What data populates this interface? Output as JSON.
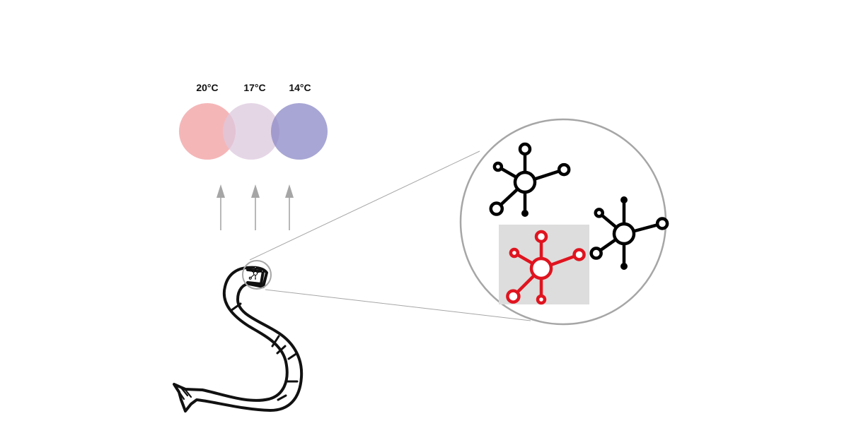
{
  "temperatures": [
    {
      "label": "20°C",
      "color": "#f19ea0"
    },
    {
      "label": "17°C",
      "color": "#dcc8dd"
    },
    {
      "label": "14°C",
      "color": "#8b88c6"
    }
  ],
  "colors": {
    "circle_opacity": 0.75,
    "arrow": "#a6a6a6",
    "zoom_outline": "#a6a6a6",
    "molecule_default": "#000000",
    "molecule_highlight": "#e0141f",
    "highlight_box": "#dcdddc",
    "worm_outline": "#111111"
  },
  "icons": {
    "arrow": "up-arrow-icon",
    "molecule": "molecule-icon",
    "organism": "worm-icon",
    "magnifier": "zoom-circle"
  }
}
